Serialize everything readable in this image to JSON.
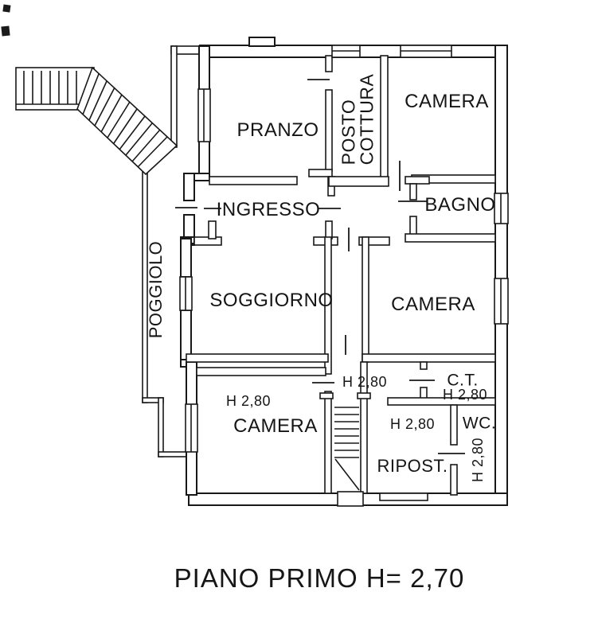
{
  "floorplan": {
    "caption": "PIANO PRIMO H= 2,70",
    "rooms": {
      "pranzo": "PRANZO",
      "posto_cottura": "POSTO\nCOTTURA",
      "camera_top": "CAMERA",
      "bagno": "BAGNO",
      "ingresso": "INGRESSO",
      "soggiorno": "SOGGIORNO",
      "camera_mid": "CAMERA",
      "poggiolo": "POGGIOLO",
      "camera_bottom": "CAMERA",
      "ct": "C.T.",
      "wc": "WC.",
      "ripost": "RIPOST."
    },
    "height_labels": {
      "camera_bottom": "H 2,80",
      "stair_hall": "H 2,80",
      "ct": "H 2,80",
      "ripost": "H 2,80",
      "wc": "H 2,80"
    }
  }
}
